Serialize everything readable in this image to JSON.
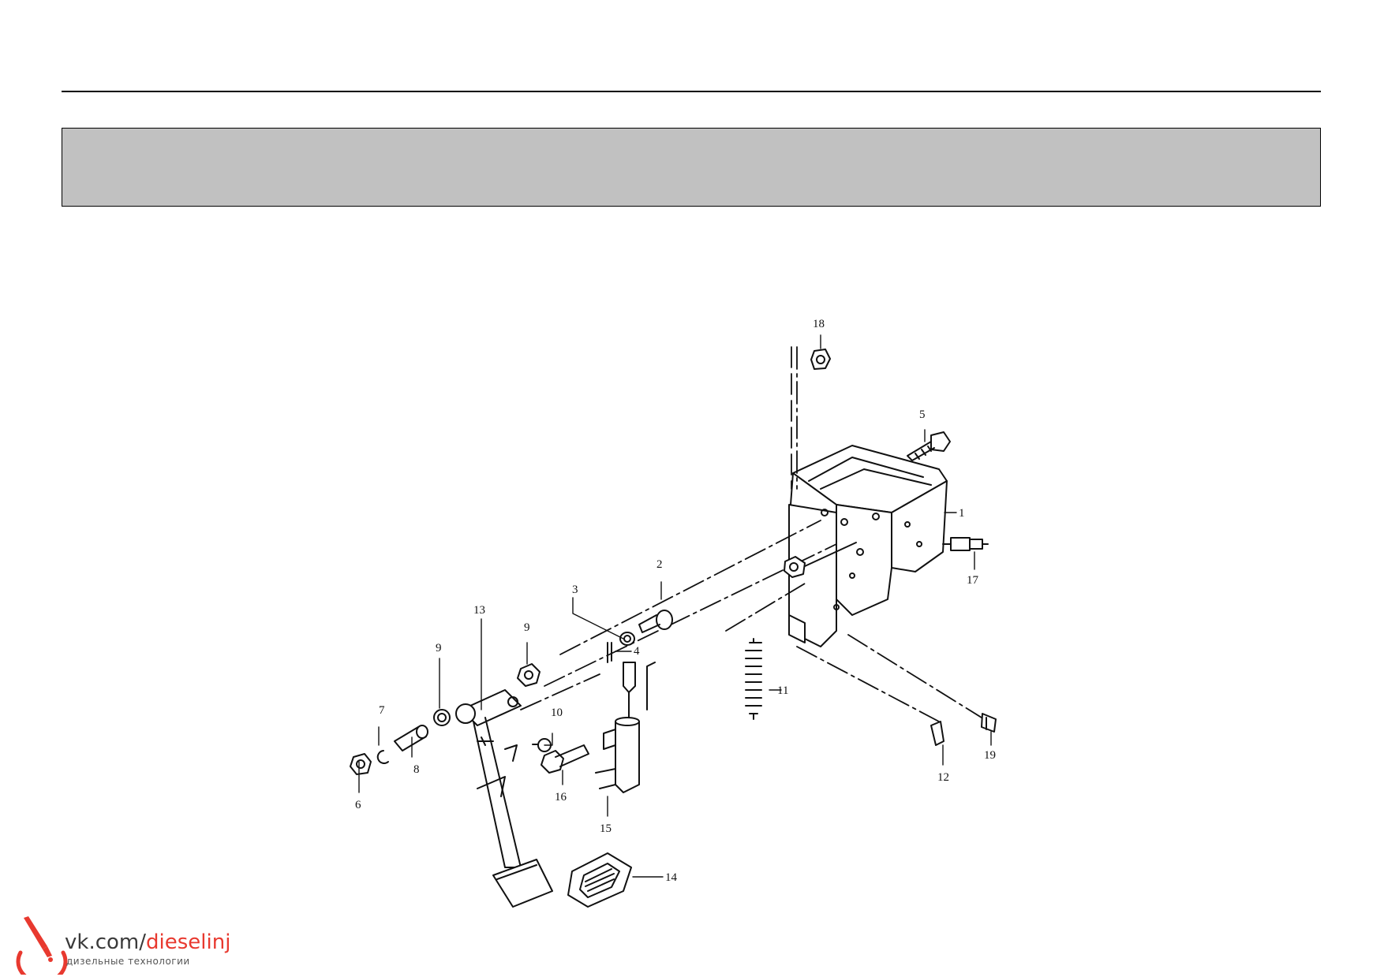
{
  "diagram": {
    "callouts": [
      "1",
      "2",
      "3",
      "4",
      "5",
      "6",
      "7",
      "8",
      "9",
      "9",
      "10",
      "11",
      "12",
      "13",
      "14",
      "15",
      "16",
      "17",
      "18",
      "19"
    ]
  },
  "watermark": {
    "site_prefix": "vk.com/",
    "site_accent": "dieselinj",
    "subtitle": "дизельные технологии",
    "accent_color": "#e8392f"
  }
}
